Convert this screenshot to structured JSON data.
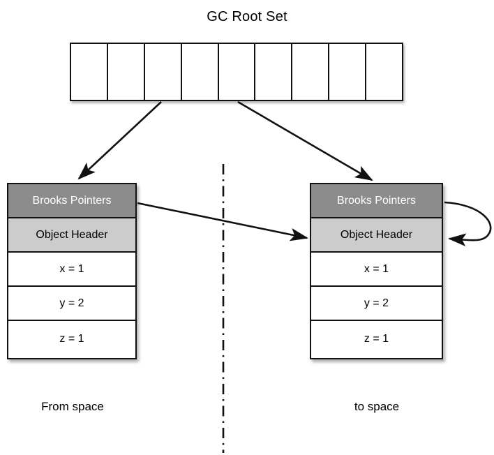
{
  "diagram": {
    "title": "GC Root Set",
    "root_set": {
      "name": "gc-root-set",
      "cell_count": 9,
      "cells": [
        "",
        "",
        "",
        "",
        "",
        "",
        "",
        "",
        ""
      ]
    },
    "objects": [
      {
        "id": "from-object",
        "space": "From space",
        "rows": [
          {
            "label": "Brooks Pointers",
            "style": "brooks"
          },
          {
            "label": "Object Header",
            "style": "header"
          },
          {
            "label": "x = 1",
            "style": "field"
          },
          {
            "label": "y = 2",
            "style": "field"
          },
          {
            "label": "z = 1",
            "style": "field"
          }
        ]
      },
      {
        "id": "to-object",
        "space": "to space",
        "rows": [
          {
            "label": "Brooks Pointers",
            "style": "brooks"
          },
          {
            "label": "Object Header",
            "style": "header"
          },
          {
            "label": "x = 1",
            "style": "field"
          },
          {
            "label": "y = 2",
            "style": "field"
          },
          {
            "label": "z = 1",
            "style": "field"
          }
        ]
      }
    ],
    "labels": {
      "from_space": "From space",
      "to_space": "to space"
    },
    "arrows": [
      {
        "name": "root-to-from-object",
        "from": "gc-root-set-cell-3",
        "to": "from-object-brooks-pointers"
      },
      {
        "name": "root-to-to-object",
        "from": "gc-root-set-cell-5",
        "to": "to-object-brooks-pointers"
      },
      {
        "name": "from-brooks-to-to-header",
        "from": "from-object-brooks-pointers",
        "to": "to-object-object-header"
      },
      {
        "name": "to-brooks-self-loop",
        "from": "to-object-brooks-pointers",
        "to": "to-object-object-header"
      }
    ],
    "divider": {
      "name": "space-divider",
      "style": "dash-dot"
    },
    "colors": {
      "brooks_row_bg": "#8c8c8c",
      "brooks_row_text": "#ffffff",
      "header_row_bg": "#cccccc",
      "field_row_bg": "#ffffff",
      "stroke": "#111111",
      "background": "#ffffff"
    }
  }
}
